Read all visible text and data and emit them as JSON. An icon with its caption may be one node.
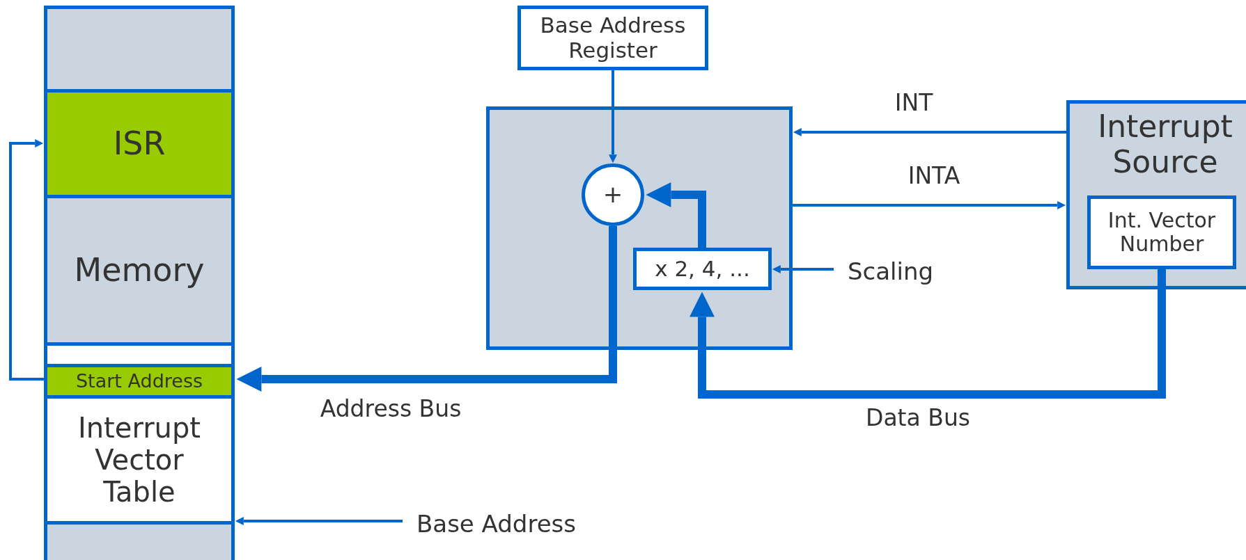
{
  "diagram": {
    "nodes": [
      {
        "text": [],
        "shape": "box"
      },
      {
        "text": [
          "ISR"
        ]
      },
      {
        "text": [
          "Memory"
        ]
      },
      {
        "text": [],
        "shape": "box"
      },
      {
        "text": [
          "Start Address"
        ]
      },
      {
        "text": [
          "Interrupt Vector Table"
        ]
      },
      {
        "text": [],
        "shape": "box"
      },
      {
        "text": [
          "Base Address Register"
        ]
      },
      {
        "text": [],
        "shape": "box"
      },
      {
        "text": [
          "+"
        ],
        "in": 8
      },
      {
        "text": [
          "x 2, 4, ..."
        ],
        "in": 8
      },
      {
        "text": [
          "Interrupt Source"
        ]
      },
      {
        "text": [
          "Int. Vector Number"
        ],
        "in": 11
      },
      {
        "text": [
          "Scaling"
        ]
      },
      {
        "text": [
          "Base Address"
        ]
      }
    ],
    "edges": [
      {
        "from": 7,
        "to": 9,
        "arrow": "to"
      },
      {
        "from": 11,
        "to": 8,
        "arrow": "to",
        "label": "INT"
      },
      {
        "from": 8,
        "to": 11,
        "arrow": "to",
        "label": "INTA"
      },
      {
        "from": 13,
        "to": 10,
        "arrow": "to"
      },
      {
        "from": 10,
        "to": 9,
        "arrow": "to",
        "style": "thick"
      },
      {
        "from": 12,
        "to": 10,
        "arrow": "to",
        "style": "thick",
        "label": "Data Bus"
      },
      {
        "from": 9,
        "to": 4,
        "arrow": "to",
        "style": "thick",
        "label": "Address Bus"
      },
      {
        "from": 4,
        "to": 1,
        "arrow": "to"
      },
      {
        "from": 14,
        "to": 5,
        "arrow": "to"
      }
    ]
  }
}
